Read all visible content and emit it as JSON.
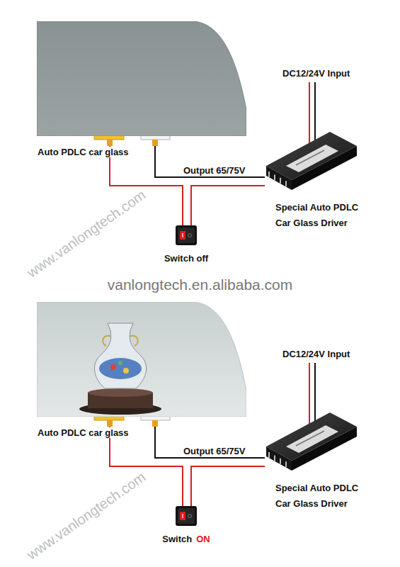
{
  "diagram": {
    "nodes": [
      {
        "text": [
          "Auto PDLC car glass"
        ]
      },
      {
        "text": [
          "Special Auto PDLC Car Glass Driver"
        ]
      },
      {
        "text": [
          "Switch off"
        ]
      },
      {
        "text": [
          "Auto PDLC car glass"
        ]
      },
      {
        "text": [
          "Special Auto PDLC Car Glass Driver"
        ]
      },
      {
        "text": [
          "Switch",
          "ON"
        ]
      }
    ],
    "edges": [
      {
        "from": 0,
        "to": 1,
        "arrow": "none",
        "label": "Output 65/75V"
      },
      {
        "from": 0,
        "to": 2,
        "arrow": "none"
      },
      {
        "from": 2,
        "to": 1,
        "arrow": "none"
      },
      {
        "from": 3,
        "to": 4,
        "arrow": "none",
        "label": "Output 65/75V"
      },
      {
        "from": 3,
        "to": 5,
        "arrow": "none"
      },
      {
        "from": 5,
        "to": 4,
        "arrow": "none"
      }
    ],
    "labels": [
      "DC12/24V Input",
      "www.vanlongtech.com",
      "vanlongtech.en.alibaba.com",
      "DC12/24V Input",
      "www.vanlongtech.com"
    ]
  }
}
